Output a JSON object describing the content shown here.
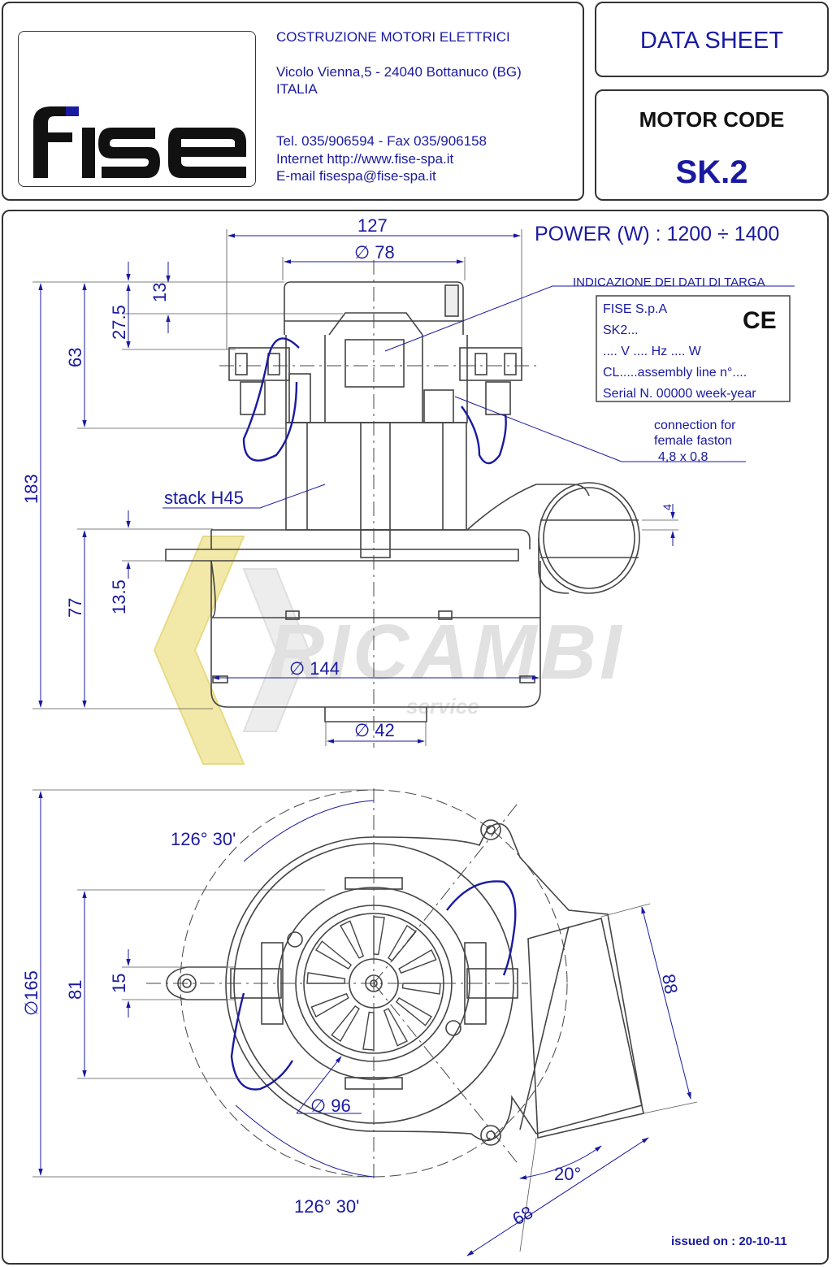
{
  "header": {
    "logo_text": "fise",
    "company_lines": [
      "COSTRUZIONE MOTORI ELETTRICI",
      "Vicolo Vienna,5 - 24040 Bottanuco (BG)",
      "ITALIA",
      "Tel. 035/906594 - Fax 035/906158",
      "Internet http://www.fise-spa.it",
      "E-mail fisespa@fise-spa.it"
    ],
    "data_sheet_label": "DATA SHEET",
    "motor_code_label": "MOTOR CODE",
    "motor_code_value": "SK.2"
  },
  "side_view": {
    "power_label": "POWER (W) : 1200 ÷ 1400",
    "dim_127": "127",
    "dim_78": "∅ 78",
    "dim_13": "13",
    "dim_27_5": "27.5",
    "dim_63": "63",
    "dim_183": "183",
    "dim_13_5": "13.5",
    "dim_77": "77",
    "dim_144": "∅ 144",
    "dim_42": "∅ 42",
    "dim_4": "4",
    "stack_label": "stack H45",
    "nameplate_title": "INDICAZIONE DEI DATI DI TARGA",
    "nameplate_lines": [
      "FISE S.p.A",
      "SK2...",
      ".... V  .... Hz .... W",
      "CL.....assembly line n°....",
      "Serial  N. 00000  week-year"
    ],
    "ce_mark": "CE",
    "faston_lines": [
      "connection for",
      "female faston",
      "4,8 x 0,8"
    ]
  },
  "top_view": {
    "angle_top": "126° 30'",
    "angle_bottom": "126° 30'",
    "dim_165": "∅165",
    "dim_81": "81",
    "dim_15": "15",
    "dim_96": "∅ 96",
    "dim_88": "88",
    "dim_20": "20°",
    "dim_68": "68"
  },
  "watermark": {
    "brand": "RICAMBI",
    "sub": "service"
  },
  "footer": {
    "issued_label": "issued on : 20-10-11"
  },
  "colors": {
    "dimension_blue": "#1a1aa0",
    "drawing_line": "#444444",
    "watermark": "#d8d8d8",
    "watermark_yellow": "#f1e7a0"
  }
}
